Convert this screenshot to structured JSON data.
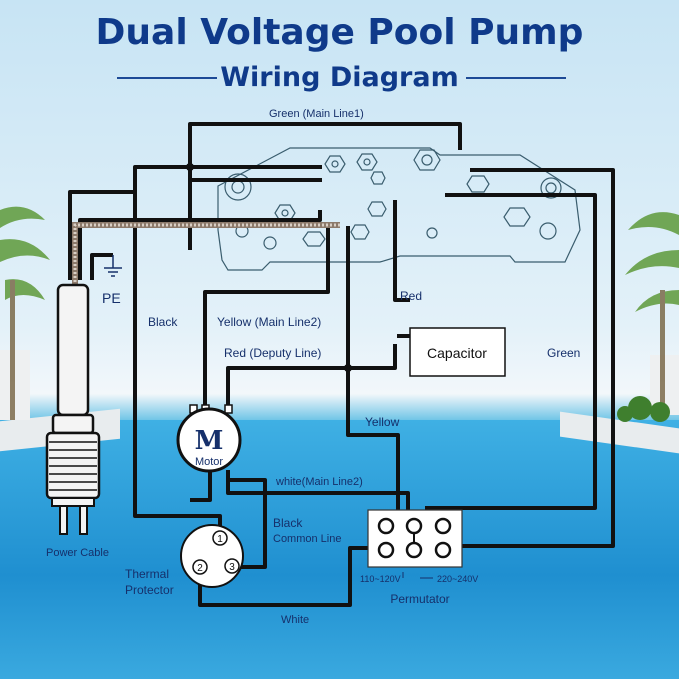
{
  "header": {
    "title": "Dual Voltage Pool Pump",
    "subtitle": "Wiring Diagram"
  },
  "labels": {
    "green_main_line1": "Green (Main Line1)",
    "pe": "PE",
    "black": "Black",
    "yellow_main_line2": "Yellow (Main Line2)",
    "red_top": "Red",
    "red_deputy_line": "Red (Deputy Line)",
    "capacitor": "Capacitor",
    "green_right": "Green",
    "yellow_mid": "Yellow",
    "motor_symbol": "M",
    "motor": "Motor",
    "white_main_line2": "white(Main Line2)",
    "black_common_line_1": "Black",
    "black_common_line_2": "Common Line",
    "power_cable": "Power Cable",
    "thermal_protector_1": "Thermal",
    "thermal_protector_2": "Protector",
    "terminal_1": "1",
    "terminal_2": "2",
    "terminal_3": "3",
    "voltage_110": "110~120V",
    "voltage_220": "220~240V",
    "permutator": "Permutator",
    "white_bottom": "White"
  },
  "colors": {
    "title": "#0f3a8a",
    "wire": "#111111",
    "label": "#16306b",
    "board": "#3a5d6e"
  }
}
